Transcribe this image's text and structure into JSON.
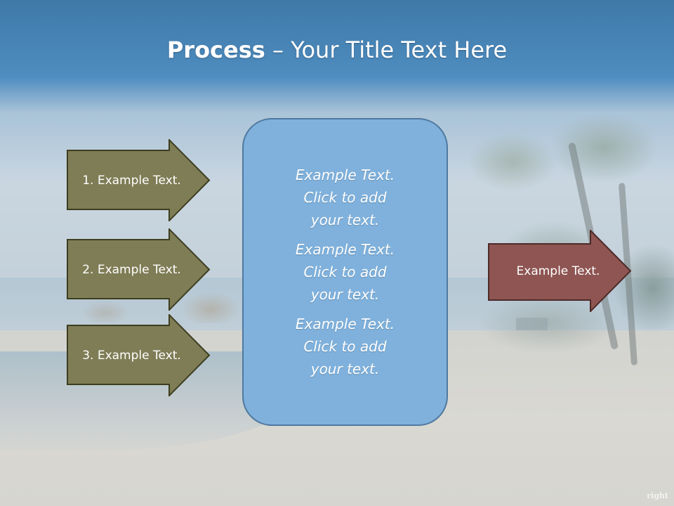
{
  "title": {
    "bold": "Process",
    "rest": " – Your Title Text Here"
  },
  "left_arrows": [
    {
      "label": "1. Example Text."
    },
    {
      "label": "2. Example Text."
    },
    {
      "label": "3. Example Text."
    }
  ],
  "center_box": {
    "blocks": [
      {
        "line1": "Example Text.",
        "line2": "Click  to add",
        "line3": "your text."
      },
      {
        "line1": "Example Text.",
        "line2": "Click  to add",
        "line3": "your text."
      },
      {
        "line1": "Example Text.",
        "line2": "Click  to add",
        "line3": "your text."
      }
    ]
  },
  "right_arrow": {
    "label": "Example Text."
  },
  "colors": {
    "left_arrow_fill": "#7f7d56",
    "left_arrow_stroke": "#3d3e20",
    "right_arrow_fill": "#8e5552",
    "right_arrow_stroke": "#4e2a28",
    "center_fill": "#7fb1dc",
    "center_stroke": "#4f79a0",
    "title_band": "#4f8dc0"
  },
  "watermark": "right"
}
